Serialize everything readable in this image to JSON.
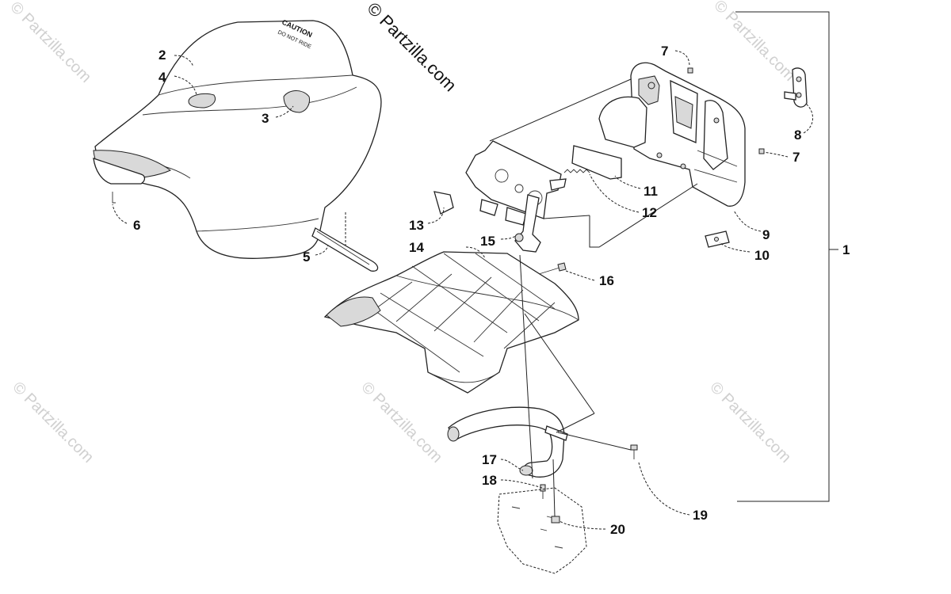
{
  "watermark": {
    "main": "© Partzilla.com",
    "repeat": "© Partzilla.com"
  },
  "callouts": [
    "1",
    "2",
    "3",
    "4",
    "5",
    "6",
    "7",
    "7",
    "8",
    "9",
    "10",
    "11",
    "12",
    "13",
    "14",
    "15",
    "16",
    "17",
    "18",
    "19",
    "20"
  ],
  "seat_text": {
    "line1": "CAUTION",
    "line2": "DO NOT RIDE"
  },
  "colors": {
    "line": "#222222",
    "watermark": "#d0d0d0",
    "background": "#ffffff"
  }
}
